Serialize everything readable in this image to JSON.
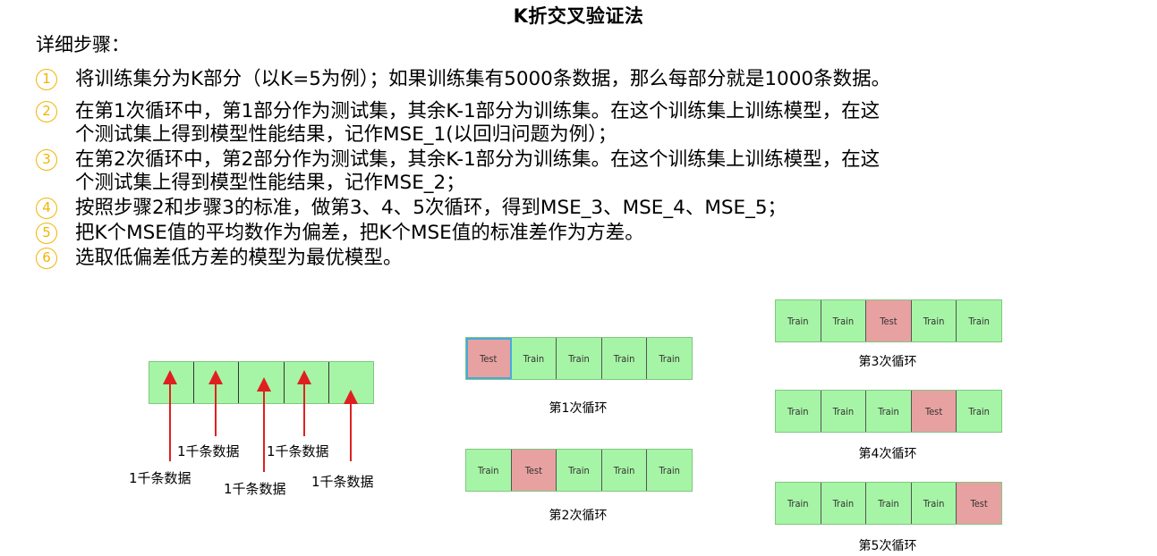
{
  "title": "K折交叉验证法",
  "subtitle": "详细步骤：",
  "steps": [
    {
      "num": "1",
      "text": "将训练集分为K部分（以K=5为例）；如果训练集有5000条数据，那么每部分就是1000条数据。"
    },
    {
      "num": "2",
      "text": "在第1次循环中，第1部分作为测试集，其余K-1部分为训练集。在这个训练集上训练模型，在这\n个测试集上得到模型性能结果，记作MSE_1(以回归问题为例）；"
    },
    {
      "num": "3",
      "text": "在第2次循环中，第2部分作为测试集，其余K-1部分为训练集。在这个训练集上训练模型，在这\n个测试集上得到模型性能结果，记作MSE_2；"
    },
    {
      "num": "4",
      "text": "按照步骤2和步骤3的标准，做第3、4、5次循环，得到MSE_3、MSE_4、MSE_5；"
    },
    {
      "num": "5",
      "text": "把K个MSE值的平均数作为偏差，把K个MSE值的标准差作为方差。"
    },
    {
      "num": "6",
      "text": "选取低偏差低方差的模型为最优模型。"
    }
  ],
  "data_labels": [
    "1千条数据",
    "1千条数据",
    "1千条数据",
    "1千条数据",
    "1千条数据"
  ],
  "loops": [
    {
      "caption": "第1次循环",
      "cells": [
        "Test",
        "Train",
        "Train",
        "Train",
        "Train"
      ]
    },
    {
      "caption": "第2次循环",
      "cells": [
        "Train",
        "Test",
        "Train",
        "Train",
        "Train"
      ]
    },
    {
      "caption": "第3次循环",
      "cells": [
        "Train",
        "Train",
        "Test",
        "Train",
        "Train"
      ]
    },
    {
      "caption": "第4次循环",
      "cells": [
        "Train",
        "Train",
        "Train",
        "Test",
        "Train"
      ]
    },
    {
      "caption": "第5次循环",
      "cells": [
        "Train",
        "Train",
        "Train",
        "Train",
        "Test"
      ]
    }
  ],
  "colors": {
    "train": "#a6f5a6",
    "test": "#e8a1a1",
    "number": "#f2b400",
    "arrow": "#e02020",
    "highlight": "#48a8e0"
  }
}
